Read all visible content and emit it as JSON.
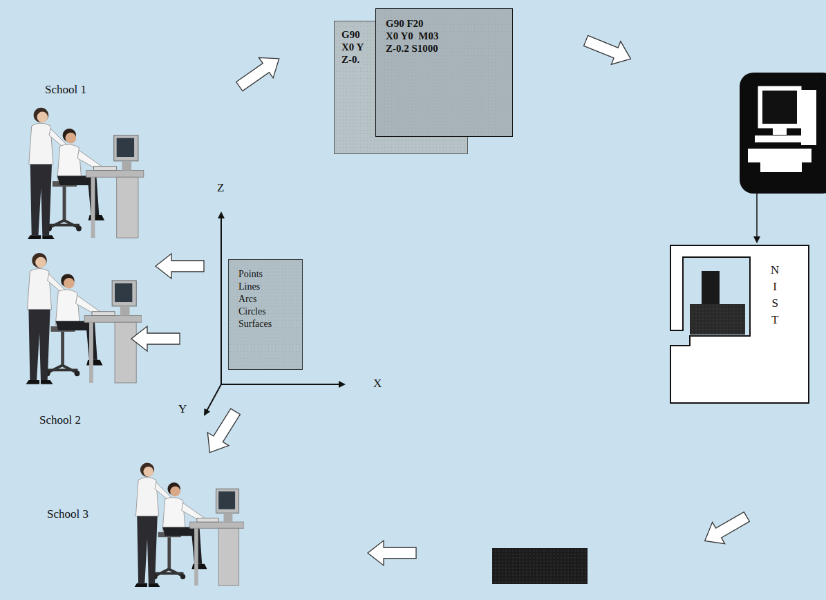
{
  "diagram": {
    "nodes": [
      {
        "text": [
          "G90",
          "X0 Y",
          "Z-0."
        ]
      },
      {
        "text": [
          "G90 F20",
          "X0 Y0  M03",
          "Z-0.2 S1000"
        ]
      },
      {
        "text": [
          "Points Lines Arcs Circles Surfaces"
        ]
      },
      {
        "text": [
          "N I S T"
        ]
      }
    ],
    "labels": [
      "School 1",
      "Z",
      "X",
      "Y",
      "School 2",
      "School 3"
    ]
  }
}
